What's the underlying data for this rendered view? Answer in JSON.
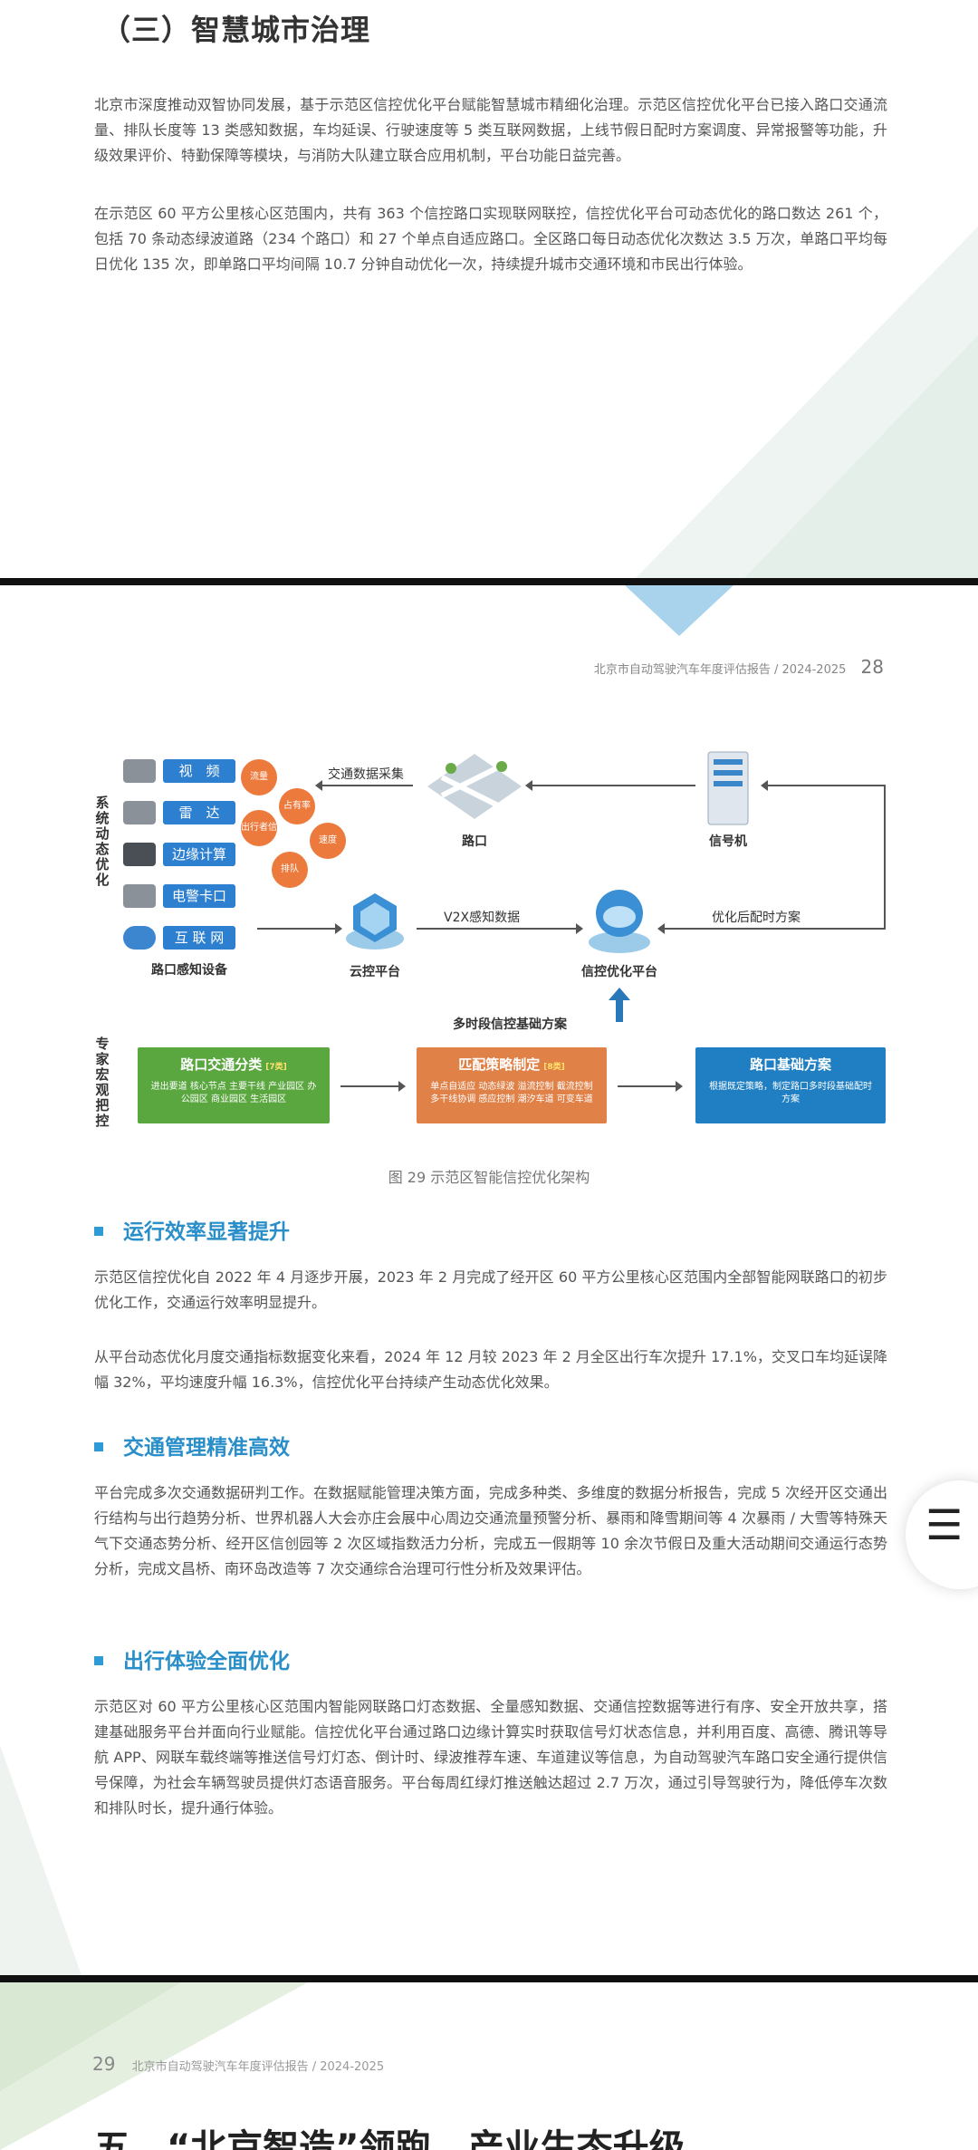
{
  "page1": {
    "heading": "（三）智慧城市治理",
    "paragraphs": [
      "北京市深度推动双智协同发展，基于示范区信控优化平台赋能智慧城市精细化治理。示范区信控优化平台已接入路口交通流量、排队长度等 13 类感知数据，车均延误、行驶速度等 5 类互联网数据，上线节假日配时方案调度、异常报警等功能，升级效果评价、特勤保障等模块，与消防大队建立联合应用机制，平台功能日益完善。",
      "在示范区 60 平方公里核心区范围内，共有 363 个信控路口实现联网联控，信控优化平台可动态优化的路口数达 261 个，包括 70 条动态绿波道路（234 个路口）和 27 个单点自适应路口。全区路口每日动态优化次数达 3.5 万次，单路口平均每日优化 135 次，即单路口平均间隔 10.7 分钟自动优化一次，持续提升城市交通环境和市民出行体验。"
    ]
  },
  "page2": {
    "header_text": "北京市自动驾驶汽车年度评估报告 / 2024-2025",
    "page_number": "28",
    "diagram": {
      "left_label_top": "系统动态优化",
      "left_label_bottom": "专家宏观把控",
      "devices": [
        "视　频",
        "雷　达",
        "边缘计算",
        "电警卡口",
        "互 联 网"
      ],
      "bubbles": [
        "流量",
        "占有率",
        "出行者信息",
        "速度",
        "排队"
      ],
      "device_group_label": "路口感知设备",
      "collect_label": "交通数据采集",
      "intersection_label": "路口",
      "signal_label": "信号机",
      "v2x_label": "V2X感知数据",
      "optimized_label": "优化后配时方案",
      "cloud_label": "云控平台",
      "platform_label": "信控优化平台",
      "basic_plan_label": "多时段信控基础方案",
      "boxes": [
        {
          "title": "路口交通分类",
          "tag": "[7类]",
          "sub": "进出要道 核心节点 主要干线 产业园区 办公园区 商业园区 生活园区",
          "color": "#5aa63f"
        },
        {
          "title": "匹配策略制定",
          "tag": "[8类]",
          "sub": "单点自适应 动态绿波 溢流控制 截流控制 多干线协调 感应控制 潮汐车道 可变车道",
          "color": "#e08148"
        },
        {
          "title": "路口基础方案",
          "tag": "",
          "sub": "根据既定策略，制定路口多时段基础配时方案",
          "color": "#1f7fc2"
        }
      ]
    },
    "figure_caption": "图 29 示范区智能信控优化架构",
    "sections": [
      {
        "title": "运行效率显著提升",
        "paragraphs": [
          "示范区信控优化自 2022 年 4 月逐步开展，2023 年 2 月完成了经开区 60 平方公里核心区范围内全部智能网联路口的初步优化工作，交通运行效率明显提升。",
          "从平台动态优化月度交通指标数据变化来看，2024 年 12 月较 2023 年 2 月全区出行车次提升 17.1%，交叉口车均延误降幅 32%，平均速度升幅 16.3%，信控优化平台持续产生动态优化效果。"
        ]
      },
      {
        "title": "交通管理精准高效",
        "paragraphs": [
          "平台完成多次交通数据研判工作。在数据赋能管理决策方面，完成多种类、多维度的数据分析报告，完成 5 次经开区交通出行结构与出行趋势分析、世界机器人大会亦庄会展中心周边交通流量预警分析、暴雨和降雪期间等 4 次暴雨 / 大雪等特殊天气下交通态势分析、经开区信创园等 2 次区域指数活力分析，完成五一假期等 10 余次节假日及重大活动期间交通运行态势分析，完成文昌桥、南环岛改造等 7 次交通综合治理可行性分析及效果评估。"
        ]
      },
      {
        "title": "出行体验全面优化",
        "paragraphs": [
          "示范区对 60 平方公里核心区范围内智能网联路口灯态数据、全量感知数据、交通信控数据等进行有序、安全开放共享，搭建基础服务平台并面向行业赋能。信控优化平台通过路口边缘计算实时获取信号灯状态信息，并利用百度、高德、腾讯等导航 APP、网联车载终端等推送信号灯灯态、倒计时、绿波推荐车速、车道建议等信息，为自动驾驶汽车路口安全通行提供信号保障，为社会车辆驾驶员提供灯态语音服务。平台每周红绿灯推送触达超过 2.7 万次，通过引导驾驶行为，降低停车次数和排队时长，提升通行体验。"
        ]
      }
    ],
    "menu_icon": "hamburger-menu-icon",
    "menu_glyph": "☰"
  },
  "page3": {
    "page_number": "29",
    "header_text": "北京市自动驾驶汽车年度评估报告 / 2024-2025",
    "title_partial": "五、“北京智造”领跑，产业生态升级"
  },
  "colors": {
    "accent_blue": "#2a8fc9",
    "green": "#5aa63f",
    "orange": "#e08148",
    "dark_blue": "#1f7fc2"
  }
}
